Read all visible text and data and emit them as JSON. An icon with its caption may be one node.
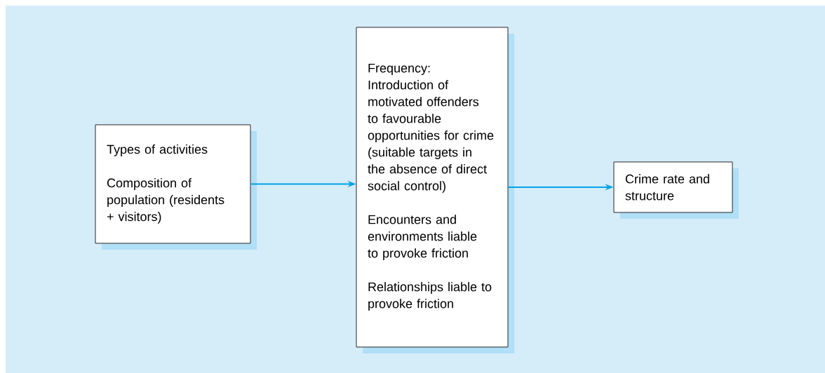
{
  "diagram": {
    "nodes": [
      {
        "text": [
          "Types of activities",
          "Composition of population (residents + visitors)"
        ]
      },
      {
        "text": [
          "Frequency: Introduction of motivated offenders to favourable opportunities for crime (suitable targets in the absence of direct social control)",
          "Encounters and environments liable to provoke friction",
          "Relationships liable to provoke friction"
        ]
      },
      {
        "text": [
          "Crime rate and structure"
        ]
      }
    ],
    "edges": [
      {
        "from": 0,
        "to": 1,
        "arrow": "to"
      },
      {
        "from": 1,
        "to": 2,
        "arrow": "to"
      }
    ]
  }
}
